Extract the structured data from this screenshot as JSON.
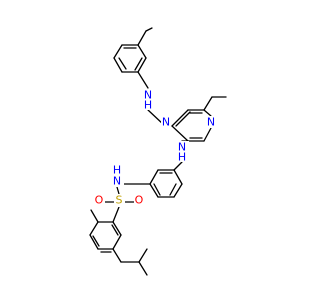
{
  "colors": {
    "bond": "#000000",
    "N": "#0000ff",
    "S": "#bfa000",
    "O": "#ff0000",
    "background": "#ffffff"
  },
  "labels": {
    "nh_top": "N",
    "nh_top_h": "H",
    "pyr_n_right": "N",
    "pyr_n_left": "N",
    "nh_mid": "N",
    "nh_mid_h": "H",
    "nh_sulf_h": "H",
    "nh_sulf": "N",
    "s": "S",
    "o_left": "O",
    "o_right": "O"
  }
}
